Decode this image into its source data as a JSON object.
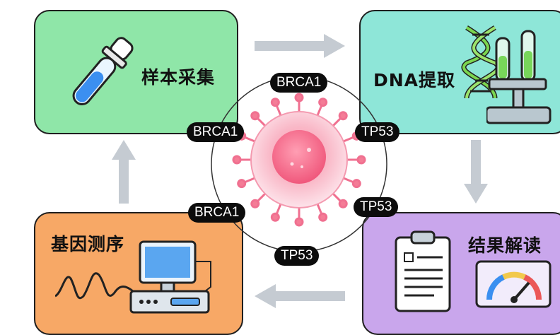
{
  "steps": {
    "collect": "样本采集",
    "extract": "DNA提取",
    "sequence": "基因测序",
    "interpret": "结果解读"
  },
  "gene_labels": {
    "top": "BRCA1",
    "upper_left": "BRCA1",
    "upper_right": "TP53",
    "lower_left": "BRCA1",
    "lower_right": "TP53",
    "bottom": "TP53"
  },
  "colors": {
    "collect_bg": "#8fe6a8",
    "extract_bg": "#8ee6d8",
    "sequence_bg": "#f7a866",
    "interpret_bg": "#c9a6ec",
    "arrow": "#c5cbd2",
    "cell": "#f47c96"
  }
}
